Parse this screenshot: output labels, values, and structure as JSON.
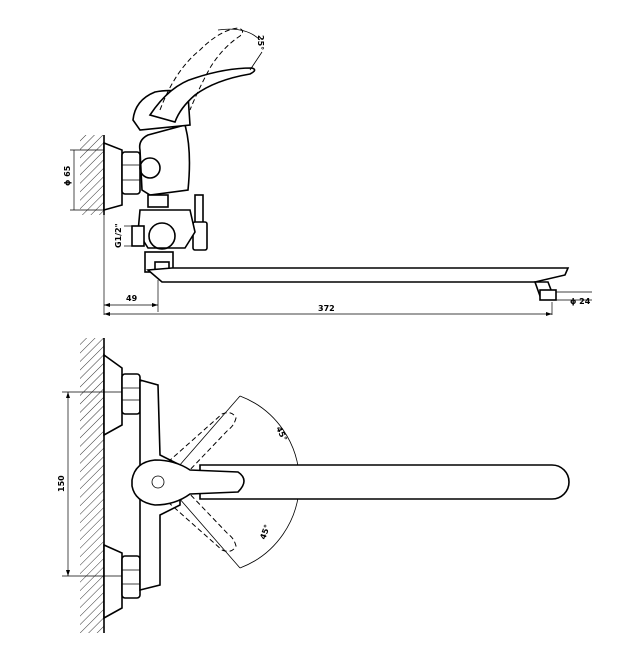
{
  "side_view": {
    "angle_top": "25°",
    "diameter_nut": "ϕ 65",
    "thread": "G1/2\"",
    "wall_offset": "49",
    "spout_length": "372",
    "aerator_diameter": "ϕ 24"
  },
  "top_view": {
    "center_distance": "150",
    "angle_upper": "45°",
    "angle_lower": "45°"
  }
}
